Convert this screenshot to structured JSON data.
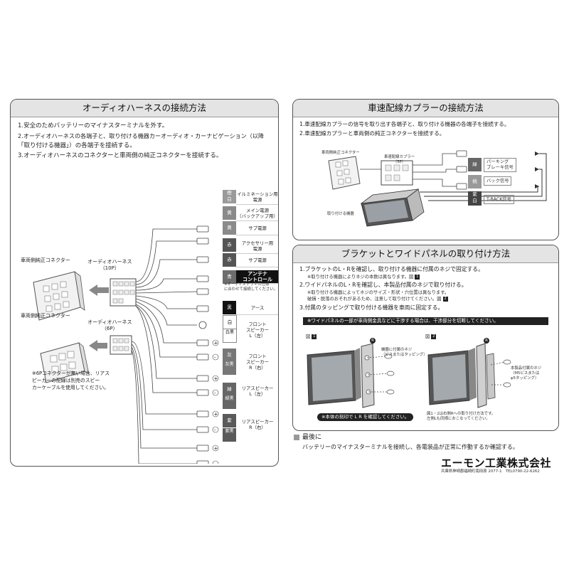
{
  "left_panel": {
    "title": "オーディオハーネスの接続方法",
    "steps": [
      "1.安全のためバッテリーのマイナスターミナルを外す。",
      "2.オーディオハーネスの各端子と、取り付ける機器カーオーディオ・カーナビゲーション（以降",
      "「取り付ける機器」）の各端子を接続する。",
      "3.オーディオハーネスのコネクターと車両側の純正コネクターを接続する。"
    ],
    "vehicle_connector_top": "車両側純正コネクター",
    "harness_10p": "オーディオハーネス\n（10P）",
    "vehicle_connector_bottom": "車両側純正コネクター",
    "harness_6p": "オーディオハーネス\n（6P）",
    "note_6p": "※6Pコネクターが無い場合、リアス\nピーカーの配線は別売のスピー\nカーケーブルを使用してください。",
    "wires": [
      {
        "color": "橙\n白",
        "function": "イルミネーション用\n電源",
        "bg": "#9a9a9a"
      },
      {
        "color": "黄",
        "function": "メイン電源\n（バックアップ用）",
        "bg": "#8a8a8a"
      },
      {
        "color": "黄",
        "function": "サブ電源",
        "bg": "#8a8a8a"
      },
      {
        "color": "赤",
        "function": "アクセサリー用\n電源",
        "bg": "#555555"
      },
      {
        "color": "赤",
        "function": "サブ電源",
        "bg": "#555555"
      },
      {
        "color": "青",
        "function": "アンテナ\nコントロール",
        "bg": "#6d6d6d"
      },
      {
        "color": "黒",
        "function": "アース",
        "bg": "#111111"
      },
      {
        "color": "白",
        "function": "",
        "bg": "#ffffff"
      },
      {
        "color": "白黒",
        "function": "",
        "bg": "#ffffff"
      },
      {
        "color": "灰",
        "function": "",
        "bg": "#777777"
      },
      {
        "color": "灰黒",
        "function": "",
        "bg": "#777777"
      },
      {
        "color": "緑",
        "function": "",
        "bg": "#666666"
      },
      {
        "color": "緑黒",
        "function": "",
        "bg": "#666666"
      },
      {
        "color": "紫",
        "function": "",
        "bg": "#5a5a5a"
      },
      {
        "color": "紫黒",
        "function": "",
        "bg": "#5a5a5a"
      }
    ],
    "antenna_note": "※オーディオデッキの仕様\nに合わせて接続してください。",
    "speaker_groups": [
      "フロント\nスピーカー\nL（左）",
      "フロント\nスピーカー\nR（右）",
      "リアスピーカー\nL（左）",
      "リアスピーカー\nR（右）"
    ]
  },
  "speed_panel": {
    "title": "車速配線カプラーの接続方法",
    "steps": [
      "1.車速配線カプラーの信号を取り出す各端子と、取り付ける機器の各端子を接続する。",
      "2.車速配線カプラーと車両側の純正コネクターを接続する。"
    ],
    "vehicle_connector": "車両側純正コネクター",
    "coupler": "車速配線カプラー\n（5P）",
    "device": "取り付ける機器",
    "signals": [
      {
        "color": "緑",
        "label": "パーキング\nブレーキ信号"
      },
      {
        "color": "桃",
        "label": "バック信号"
      },
      {
        "color": "紫\n白",
        "label": "T-BACK信号"
      }
    ]
  },
  "bracket_panel": {
    "title": "ブラケットとワイドパネルの取り付け方法",
    "steps": [
      "1.ブラケットのL・Rを確認し、取り付ける機器に付属のネジで固定する。",
      "※取り付ける機器によりネジの本数は異なります。図",
      "2.ワイドパネルのL・Rを確認し、本製品付属のネジで取り付ける。",
      "※取り付ける機器によってネジのサイズ・形状・穴位置は異なります。",
      "破損・脱落のおそれがあるため、注意して取り付けてください。図",
      "3.付属のタッピングで取り付ける機器を車両に固定する。"
    ],
    "fig1_num": "1",
    "fig2_num": "2",
    "warning": "※ワイドパネルの一部が車両側金具などに干渉する場合は、干渉部分を切断してください。",
    "fig1_label": "図",
    "fig2_label": "図",
    "fig1_note": "機器に付属のネジ\n（ビスまたはタッピング）",
    "fig2_note": "本製品付属のネジ\n（M5ビスまたは\nφ5タッピング）",
    "mark_confirm": "※本体の刻印で L R を確認してください。",
    "fig_bottom_note": "図1・2は右側Rへの取り付け方法です。\n左側Lも同様におこなってください。",
    "badge_R": "R"
  },
  "final": {
    "heading": "最後に",
    "text": "バッテリーのマイナスターミナルを接続し、各電装品が正常に作動するか確認する。"
  },
  "company": {
    "name": "エーモン工業株式会社",
    "address": "兵庫県神崎郡福崎町南田原 2077-1　TEL0790-22-6262"
  }
}
